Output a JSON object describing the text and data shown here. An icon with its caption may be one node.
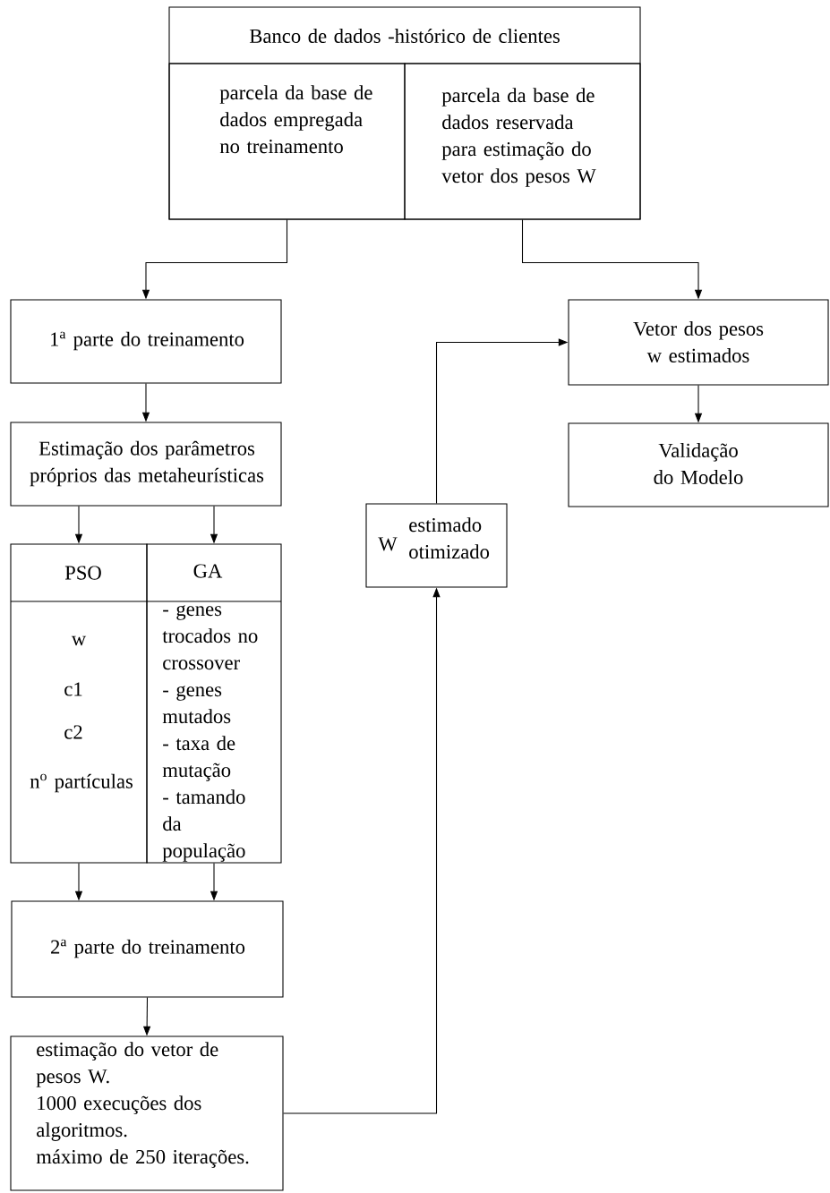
{
  "diagram": {
    "nodes": [
      {
        "text": [
          "Banco de dados -histórico de clientes"
        ]
      },
      {
        "text": [
          "parcela da base de dados empregada no treinamento"
        ],
        "in": 0
      },
      {
        "text": [
          "parcela da base de dados reservada para estimação do vetor dos pesos W"
        ],
        "in": 0
      },
      {
        "text": [
          "1$^{a}$ parte do treinamento"
        ]
      },
      {
        "text": [
          "Estimação dos parâmetros próprios das metaheurísticas"
        ]
      },
      {
        "text": [
          "PSO",
          "w",
          "c1",
          "c2",
          "n$^{o}$ partículas"
        ]
      },
      {
        "text": [
          "GA",
          "- genes trocados no crossover",
          "- genes mutados",
          "- taxa de mutação",
          "- tamando da população"
        ]
      },
      {
        "text": [
          "2$^{a}$ parte do treinamento"
        ]
      },
      {
        "text": [
          "estimação do vetor de pesos W.",
          "1000 execuções dos algoritmos.",
          "máximo de 250 iterações."
        ]
      },
      {
        "text": [
          "W",
          "estimado otimizado"
        ]
      },
      {
        "text": [
          "Vetor dos pesos w estimados"
        ]
      },
      {
        "text": [
          "Validação do Modelo"
        ]
      }
    ],
    "edges": [
      {
        "from": 1,
        "to": 3,
        "arrow": "to"
      },
      {
        "from": 2,
        "to": 10,
        "arrow": "to"
      },
      {
        "from": 3,
        "to": 4,
        "arrow": "to"
      },
      {
        "from": 4,
        "to": 5,
        "arrow": "to"
      },
      {
        "from": 4,
        "to": 6,
        "arrow": "to"
      },
      {
        "from": 5,
        "to": 7,
        "arrow": "to"
      },
      {
        "from": 6,
        "to": 7,
        "arrow": "to"
      },
      {
        "from": 7,
        "to": 8,
        "arrow": "to"
      },
      {
        "from": 8,
        "to": 9,
        "arrow": "to"
      },
      {
        "from": 9,
        "to": 10,
        "arrow": "to"
      },
      {
        "from": 10,
        "to": 11,
        "arrow": "to"
      }
    ]
  }
}
